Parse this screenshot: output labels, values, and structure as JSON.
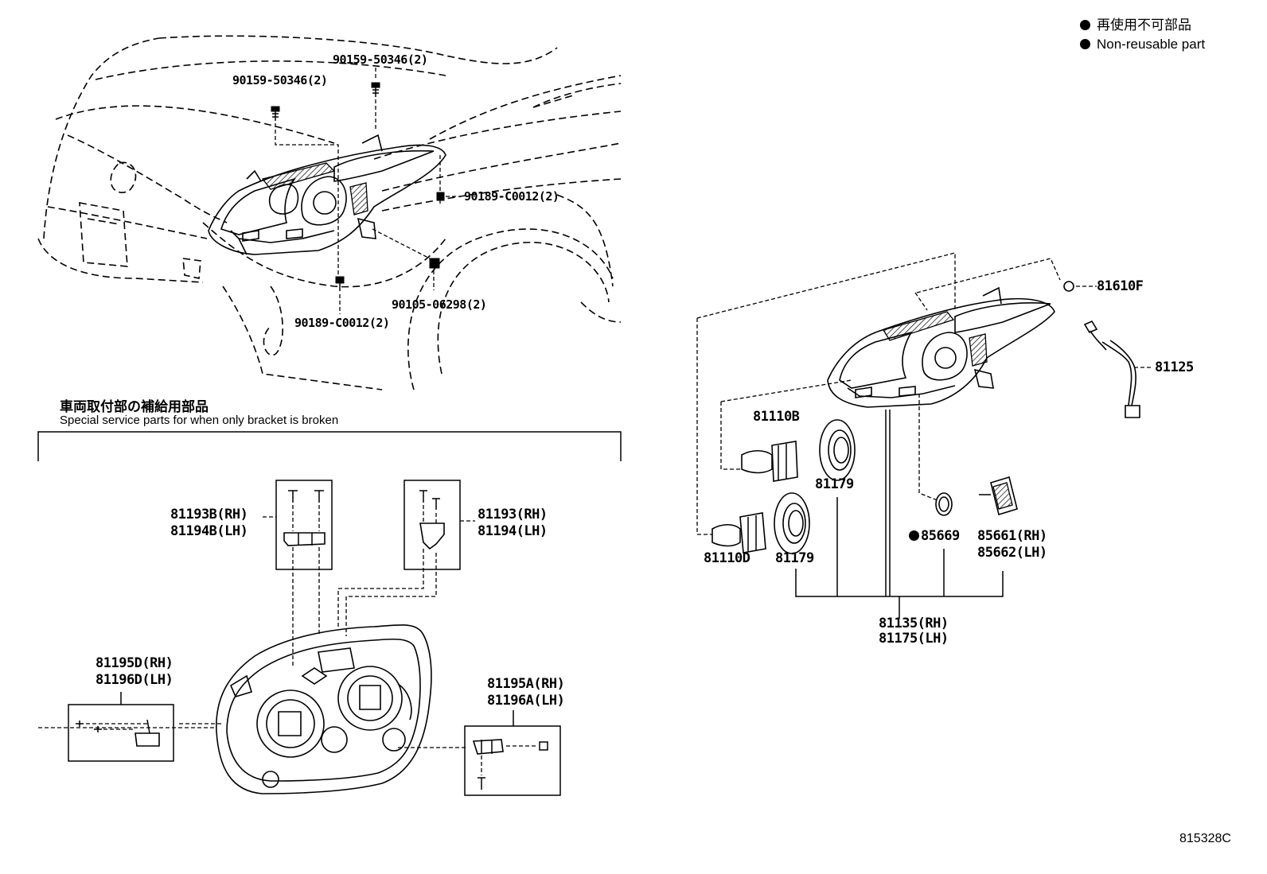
{
  "legend": {
    "jp": "再使用不可部品",
    "en": "Non-reusable part"
  },
  "section": {
    "jp": "車両取付部の補給用部品",
    "en": "Special service parts for when only bracket is broken"
  },
  "parts": {
    "p_90159_a": "90159-50346(2)",
    "p_90159_b": "90159-50346(2)",
    "p_90189_a": "90189-C0012(2)",
    "p_90189_b": "90189-C0012(2)",
    "p_90105": "90105-06298(2)",
    "p_81610F": "81610F",
    "p_81125": "81125",
    "p_81110B": "81110B",
    "p_81179_a": "81179",
    "p_81179_b": "81179",
    "p_81110D": "81110D",
    "p_85669": "85669",
    "p_85661": "85661(RH)",
    "p_85662": "85662(LH)",
    "p_81135": "81135(RH)",
    "p_81175": "81175(LH)",
    "p_81193B": "81193B(RH)",
    "p_81194B": "81194B(LH)",
    "p_81193": "81193(RH)",
    "p_81194": "81194(LH)",
    "p_81195D": "81195D(RH)",
    "p_81196D": "81196D(LH)",
    "p_81195A": "81195A(RH)",
    "p_81196A": "81196A(LH)"
  },
  "non_reusable": [
    "85669"
  ],
  "figure_id": "815328C"
}
